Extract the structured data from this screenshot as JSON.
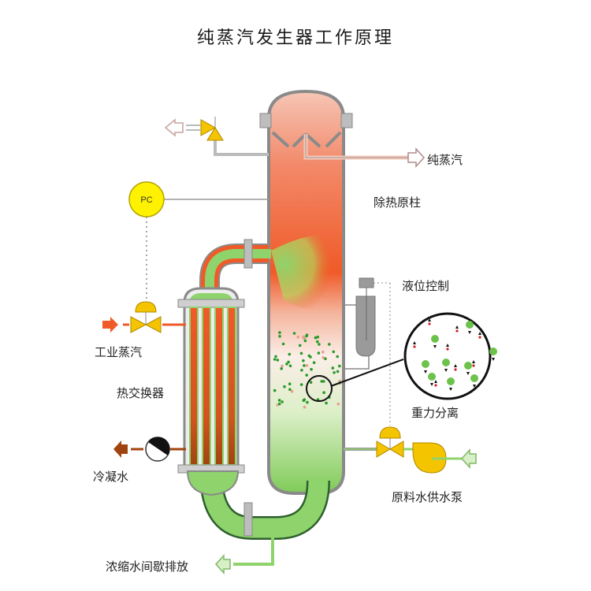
{
  "title": "纯蒸汽发生器工作原理",
  "labels": {
    "pure_steam": "纯蒸汽",
    "column": "除热原柱",
    "level_control": "液位控制",
    "industrial_steam": "工业蒸汽",
    "heat_exchanger": "热交换器",
    "gravity_separation": "重力分离",
    "condensate": "冷凝水",
    "feed_pump": "原料水供水泵",
    "blowdown": "浓缩水间歇排放"
  },
  "instruments": {
    "pressure_controller": "PC"
  },
  "colors": {
    "hot": "#f05a28",
    "cool": "#8ed36b",
    "valve": "#f5c400",
    "pc": "#fff200",
    "shell": "#9a9a9a",
    "condensate": "#a0440f"
  }
}
